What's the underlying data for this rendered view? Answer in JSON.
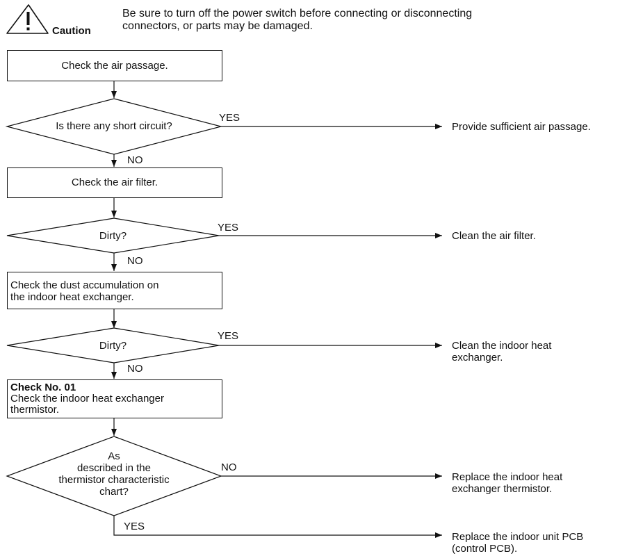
{
  "caution": {
    "label": "Caution",
    "message_line1": "Be sure to turn off the power switch before connecting or disconnecting",
    "message_line2": "connectors, or parts may be damaged."
  },
  "flow": {
    "step1": "Check the air passage.",
    "decision1": "Is there any short circuit?",
    "decision1_yes": "YES",
    "result1": "Provide sufficient air passage.",
    "decision1_no": "NO",
    "step2": "Check the air filter.",
    "decision2": "Dirty?",
    "decision2_yes": "YES",
    "result2": "Clean the air filter.",
    "decision2_no": "NO",
    "step3_line1": "Check the dust accumulation on",
    "step3_line2": "the indoor heat exchanger.",
    "decision3": "Dirty?",
    "decision3_yes": "YES",
    "result3_line1": "Clean the indoor heat",
    "result3_line2": "exchanger.",
    "decision3_no": "NO",
    "step4_title": "Check No. 01",
    "step4_line1": "Check the indoor heat exchanger",
    "step4_line2": "thermistor.",
    "decision4_line1": "As",
    "decision4_line2": "described in the",
    "decision4_line3": "thermistor characteristic",
    "decision4_line4": "chart?",
    "decision4_no": "NO",
    "result4_line1": "Replace the indoor heat",
    "result4_line2": "exchanger thermistor.",
    "decision4_yes": "YES",
    "result5_line1": "Replace the indoor unit PCB",
    "result5_line2": "(control PCB)."
  }
}
